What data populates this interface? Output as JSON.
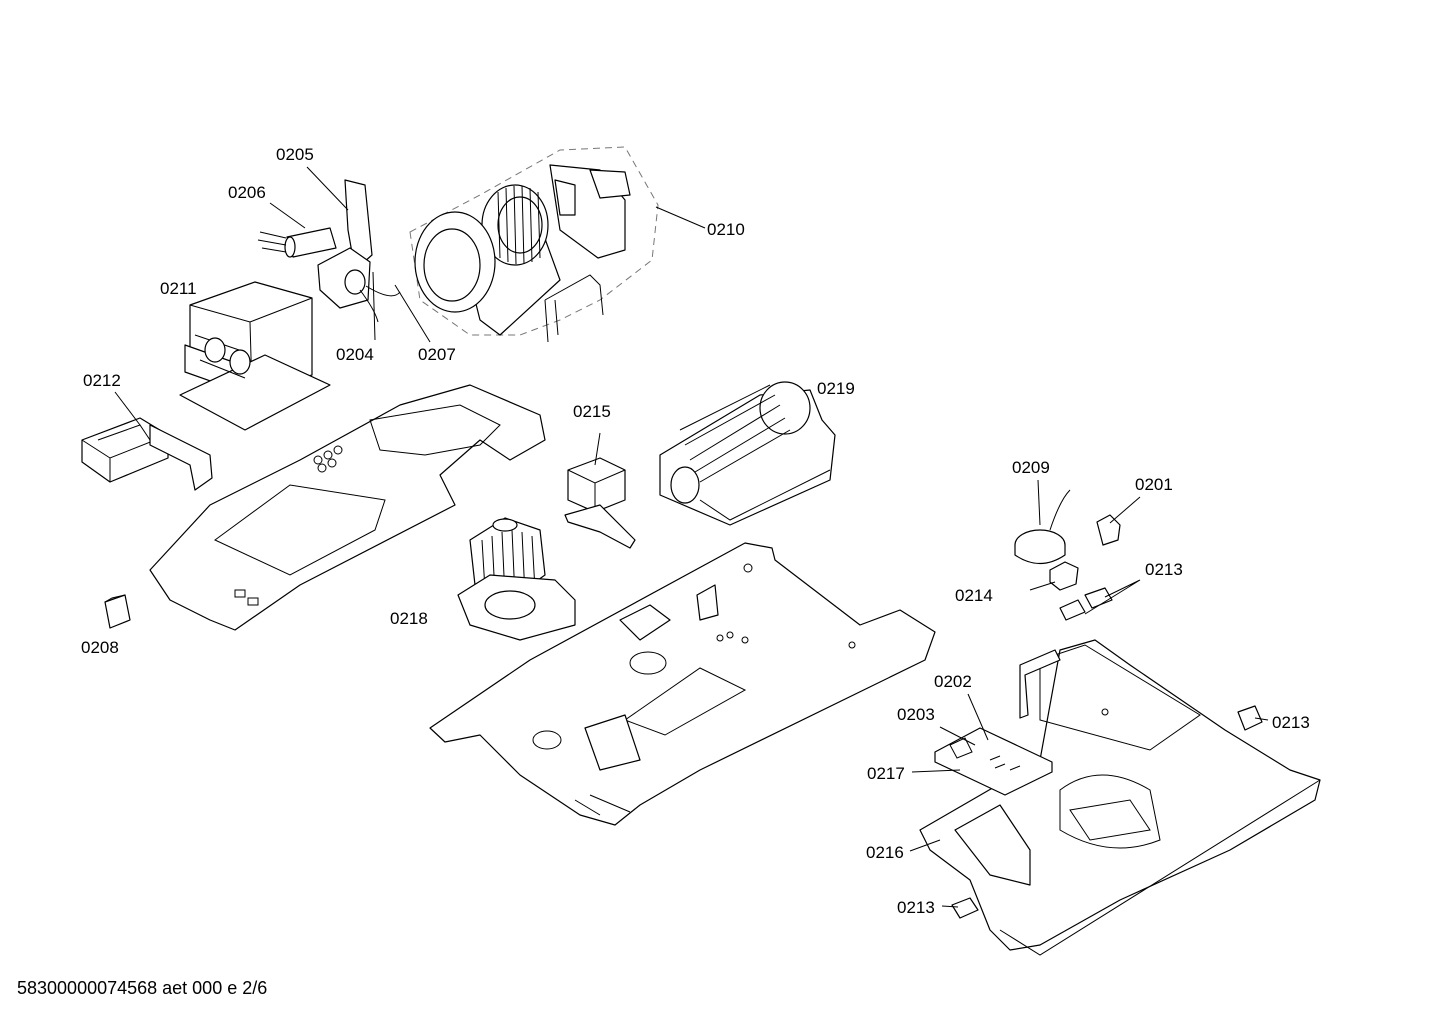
{
  "labels": {
    "p0201": "0201",
    "p0202": "0202",
    "p0203": "0203",
    "p0204": "0204",
    "p0205": "0205",
    "p0206": "0206",
    "p0207": "0207",
    "p0208": "0208",
    "p0209": "0209",
    "p0210": "0210",
    "p0211": "0211",
    "p0212": "0212",
    "p0213a": "0213",
    "p0213b": "0213",
    "p0213c": "0213",
    "p0214": "0214",
    "p0215": "0215",
    "p0216": "0216",
    "p0217": "0217",
    "p0218": "0218",
    "p0219": "0219"
  },
  "footer": {
    "doc_id": "58300000074568 aet 000 e 2/6"
  }
}
